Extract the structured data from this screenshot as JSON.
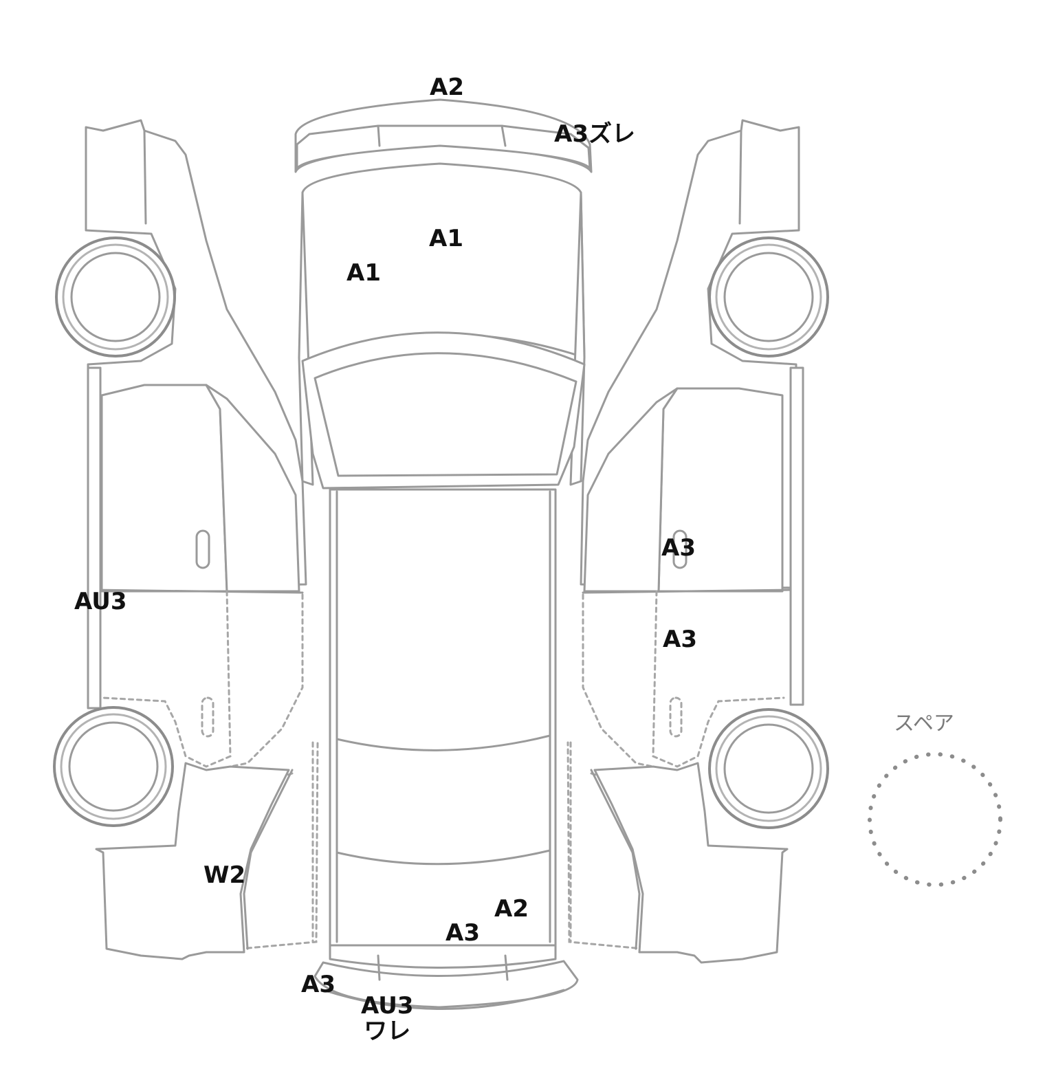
{
  "spare_label": "スペア",
  "damage_marks": [
    {
      "id": "roof-front-a2",
      "text": "A2"
    },
    {
      "id": "front-bumper-a3",
      "text": "A3ズレ"
    },
    {
      "id": "hood-a1-upper",
      "text": "A1"
    },
    {
      "id": "hood-a1-lower",
      "text": "A1"
    },
    {
      "id": "right-front-door-a3",
      "text": "A3"
    },
    {
      "id": "right-rear-door-a3",
      "text": "A3"
    },
    {
      "id": "left-side-au3",
      "text": "AU3"
    },
    {
      "id": "left-rear-w2",
      "text": "W2"
    },
    {
      "id": "trunk-a2",
      "text": "A2"
    },
    {
      "id": "trunk-a3",
      "text": "A3"
    },
    {
      "id": "rear-bumper-left-a3",
      "text": "A3"
    }
  ],
  "rear_bumper_mark": {
    "line1": "AU3",
    "line2": "ワレ"
  }
}
